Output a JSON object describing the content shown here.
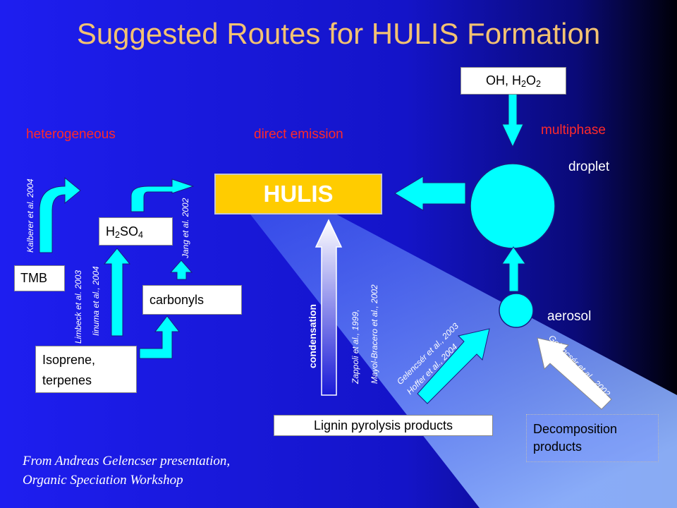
{
  "title": "Suggested Routes for HULIS Formation",
  "categories": {
    "heterogeneous": "heterogeneous",
    "direct_emission": "direct emission",
    "multiphase": "multiphase"
  },
  "hulis": "HULIS",
  "oxidants": {
    "pre": "OH, H",
    "sub1": "2",
    "mid": "O",
    "sub2": "2"
  },
  "droplet": "droplet",
  "aerosol": "aerosol",
  "tmb": "TMB",
  "h2so4": {
    "pre": "H",
    "sub1": "2",
    "mid": "SO",
    "sub2": "4"
  },
  "carbonyls": "carbonyls",
  "isoprene": {
    "line1": "Isoprene,",
    "line2": "terpenes"
  },
  "lignin": "Lignin pyrolysis products",
  "decomposition": {
    "line1": "Decomposition",
    "line2": "products"
  },
  "condensation": "condensation",
  "references": {
    "kalberer": "Kalberer et al. 2004",
    "limbeck": "Limbeck et al. 2003",
    "iinuma": "Iinuma et al., 2004",
    "jang": "Jang et al. 2002",
    "zappoli": "Zappoli et al., 1999,",
    "mayol": "Mayol-Bracero et al., 2002",
    "gelencser_2003": "Gelencsér et al., 2003",
    "hoffer": "Hoffer et al., 2004",
    "gelencser_2002": "Gelencsér et al., 2002"
  },
  "credit": {
    "line1": "From Andreas Gelencser presentation,",
    "line2": "Organic Speciation Workshop"
  },
  "colors": {
    "title": "#f3c272",
    "category": "#ff2a2a",
    "arrow_cyan": "#00ffff",
    "hulis_fill": "#ffcc00",
    "background_blue": "#1e1ef0"
  }
}
